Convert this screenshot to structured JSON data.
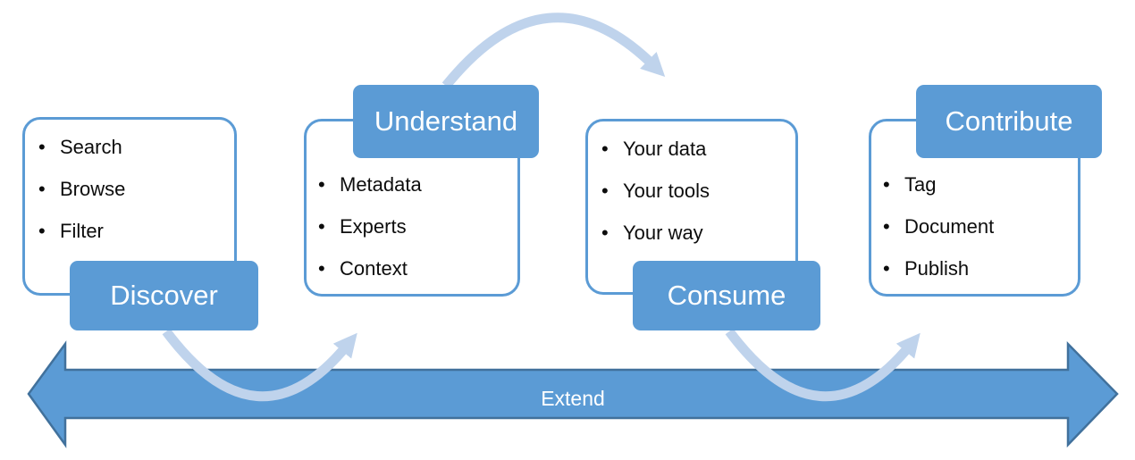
{
  "stages": [
    {
      "label": "Discover",
      "label_position": "bottom",
      "items": [
        "Search",
        "Browse",
        "Filter"
      ]
    },
    {
      "label": "Understand",
      "label_position": "top",
      "items": [
        "Metadata",
        "Experts",
        "Context"
      ]
    },
    {
      "label": "Consume",
      "label_position": "bottom",
      "items": [
        "Your data",
        "Your tools",
        "Your way"
      ]
    },
    {
      "label": "Contribute",
      "label_position": "top",
      "items": [
        "Tag",
        "Document",
        "Publish"
      ]
    }
  ],
  "extend_arrow": {
    "label": "Extend",
    "direction": "double-headed-horizontal"
  },
  "connectors": [
    {
      "from": "Discover",
      "to": "Understand",
      "shape": "u-curve",
      "arrowhead": "up-right"
    },
    {
      "from": "Understand",
      "to": "Consume",
      "shape": "arch",
      "arrowhead": "down-right"
    },
    {
      "from": "Consume",
      "to": "Contribute",
      "shape": "u-curve",
      "arrowhead": "up-right"
    }
  ],
  "colors": {
    "accent": "#5B9BD5",
    "accent_border": "#41719C",
    "connector": "#BFD3EC",
    "panel_border": "#5B9BD5",
    "bullet_text": "#0D0D0D",
    "label_text": "#FFFFFF"
  }
}
